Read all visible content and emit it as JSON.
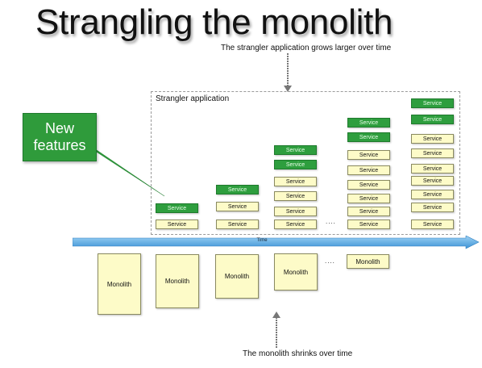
{
  "title": "Strangling the monolith",
  "annotations": {
    "grows": "The strangler application grows larger over time",
    "shrinks": "The monolith shrinks over time"
  },
  "strangler_label": "Strangler application",
  "callout": {
    "line1": "New",
    "line2": "features"
  },
  "time_label": "Time",
  "service_label": "Service",
  "monolith_label": "Monolith",
  "ellipsis": "....",
  "colors": {
    "new_service": "#2e9e3e",
    "legacy_service": "#fdfbc8",
    "time_arrow": "#5aaee8",
    "callout": "#2f9b3b"
  }
}
